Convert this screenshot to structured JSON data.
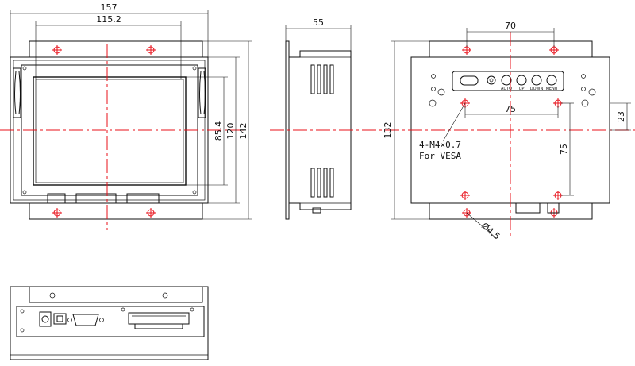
{
  "dimensions": {
    "width_overall": "157",
    "width_mount": "115.2",
    "depth": "55",
    "vesa_top_spacing": "70",
    "vesa_horizontal": "75",
    "vesa_vertical": "75",
    "display_height": "85.4",
    "mount_height": "120",
    "height_overall": "142",
    "rear_height": "132",
    "offset_right": "23",
    "hole_diameter": "Ø4.5"
  },
  "notes": {
    "screw_spec": "4-M4×0.7",
    "screw_purpose": "For VESA"
  },
  "buttons": {
    "b1": "AUTO",
    "b2": "UP",
    "b3": "DOWN",
    "b4": "MENU"
  },
  "colors": {
    "centerline": "#e8101a",
    "outline": "#111111"
  }
}
